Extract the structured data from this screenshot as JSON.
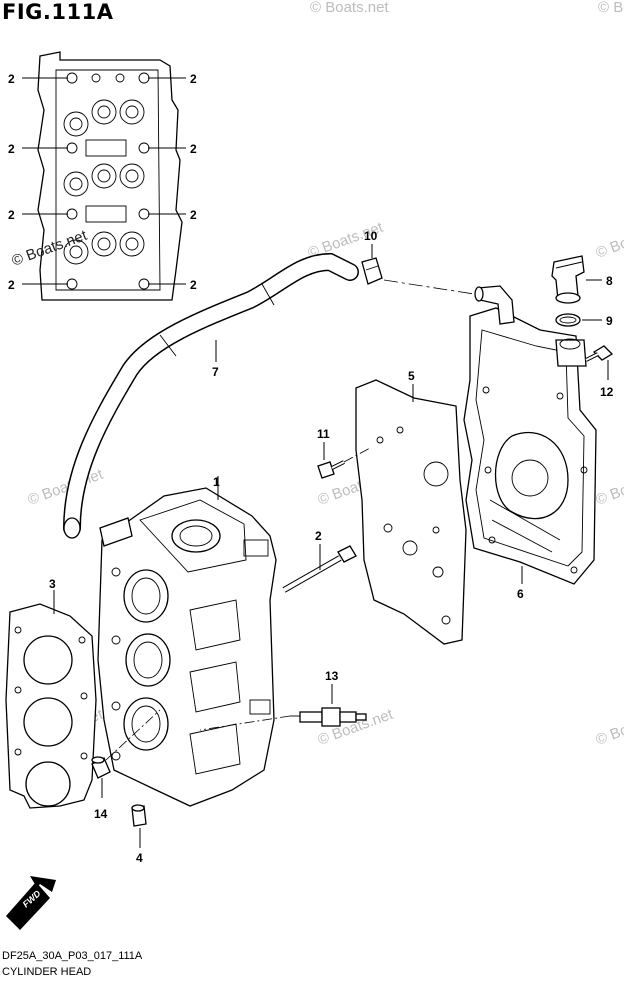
{
  "figure": {
    "title": "FIG.111A",
    "code": "DF25A_30A_P03_017_111A",
    "caption": "CYLINDER HEAD",
    "fwd_label": "FWD"
  },
  "watermark": {
    "text": "© Boats.net"
  },
  "callouts": {
    "c1": "1",
    "c2": "2",
    "c3": "3",
    "c4": "4",
    "c5": "5",
    "c6": "6",
    "c7": "7",
    "c8": "8",
    "c9": "9",
    "c10": "10",
    "c11": "11",
    "c12": "12",
    "c13": "13",
    "c14": "14"
  }
}
